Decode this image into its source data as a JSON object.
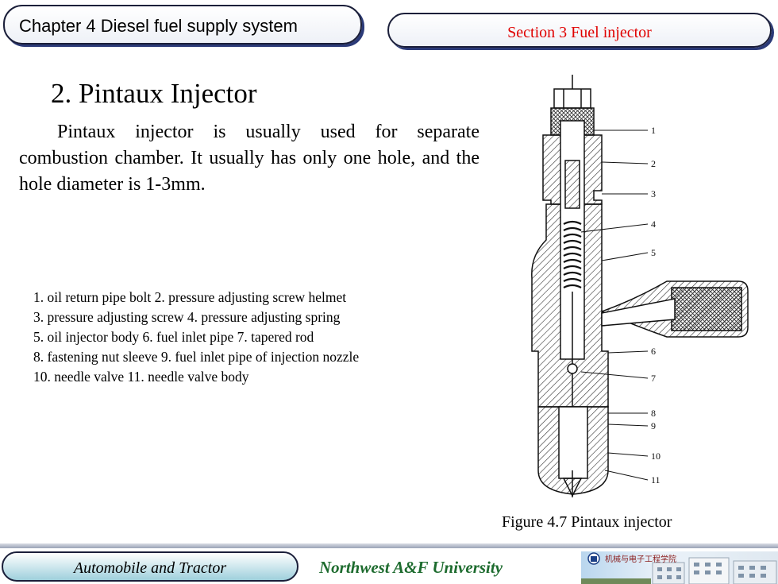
{
  "header": {
    "chapter": "Chapter 4  Diesel fuel supply system",
    "section": "Section 3   Fuel   injector"
  },
  "content": {
    "heading": "2.  Pintaux Injector",
    "paragraph": "Pintaux injector is usually used for separate combustion chamber. It usually has only one hole, and the hole diameter is 1-3mm.",
    "legend": [
      "1. oil return pipe bolt   2. pressure adjusting screw helmet",
      "3. pressure adjusting screw    4. pressure adjusting spring",
      "5. oil injector body    6. fuel inlet pipe    7. tapered rod",
      "8. fastening  nut sleeve 9. fuel inlet pipe of injection nozzle",
      "10. needle valve    11. needle valve body"
    ]
  },
  "figure": {
    "caption": "Figure 4.7 Pintaux  injector",
    "callouts": [
      "1",
      "2",
      "3",
      "4",
      "5",
      "6",
      "7",
      "8",
      "9",
      "10",
      "11"
    ]
  },
  "footer": {
    "course": "Automobile and Tractor",
    "university": "Northwest  A&F  University",
    "logo_text": "机械与电子工程学院"
  },
  "colors": {
    "section_text": "#e00000",
    "university_text": "#1d6b2e",
    "footer_tab_fill": "#9fd0dc",
    "tab_border": "#1b1f3a"
  }
}
